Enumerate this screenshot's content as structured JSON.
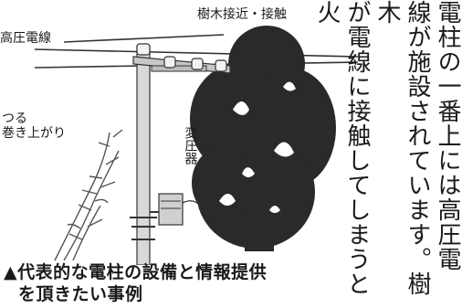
{
  "figure": {
    "label_high_voltage": "高圧電線",
    "label_tree_contact": "樹木接近・接触",
    "label_vine": "つる\n巻き上がり",
    "label_transformer": "変圧器"
  },
  "caption": {
    "marker": "▲",
    "line1": "代表的な電柱の設備と情報提供",
    "line2": "を頂きたい事例"
  },
  "body_text": {
    "columns": [
      "電柱の一番上には高圧電",
      "線が施設されています。樹木",
      "が電線に接触してしまうと火"
    ]
  }
}
